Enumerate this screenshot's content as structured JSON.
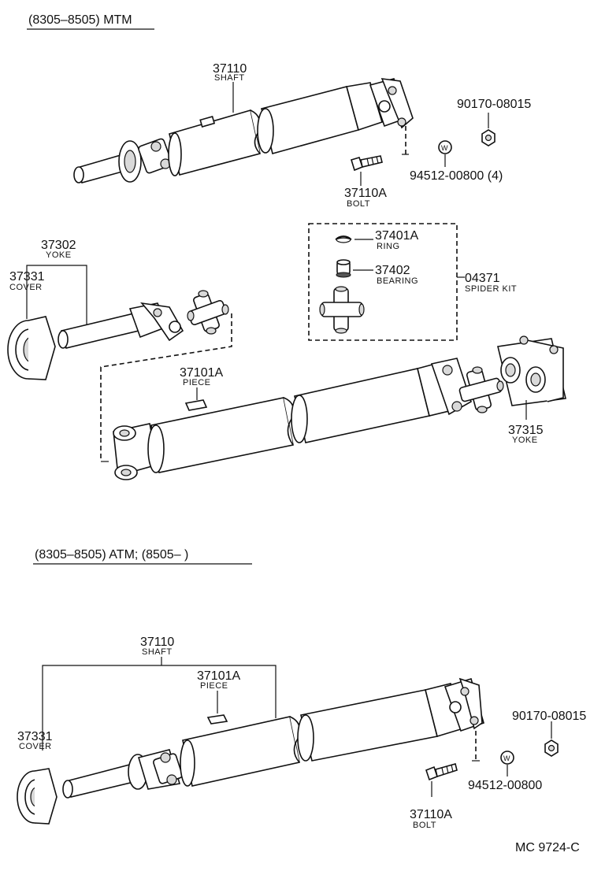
{
  "sections": {
    "top_header": "(8305–8505) MTM",
    "bottom_header": "(8305–8505) ATM; (8505–         )"
  },
  "top": {
    "shaft_num": "37110",
    "shaft_lbl": "SHAFT",
    "nut_num": "90170-08015",
    "washer_num": "94512-00800 (4)",
    "bolt_num": "37110A",
    "bolt_lbl": "BOLT",
    "yoke_num": "37302",
    "yoke_lbl": "YOKE",
    "cover_num": "37331",
    "cover_lbl": "COVER",
    "ring_num": "37401A",
    "ring_lbl": "RING",
    "bearing_num": "37402",
    "bearing_lbl": "BEARING",
    "kit_num": "04371",
    "kit_lbl": "SPIDER KIT",
    "piece_num": "37101A",
    "piece_lbl": "PIECE",
    "yoke2_num": "37315",
    "yoke2_lbl": "YOKE"
  },
  "bottom": {
    "shaft_num": "37110",
    "shaft_lbl": "SHAFT",
    "piece_num": "37101A",
    "piece_lbl": "PIECE",
    "cover_num": "37331",
    "cover_lbl": "COVER",
    "nut_num": "90170-08015",
    "washer_num": "94512-00800",
    "bolt_num": "37110A",
    "bolt_lbl": "BOLT"
  },
  "footer": {
    "code": "MC  9724-C"
  }
}
